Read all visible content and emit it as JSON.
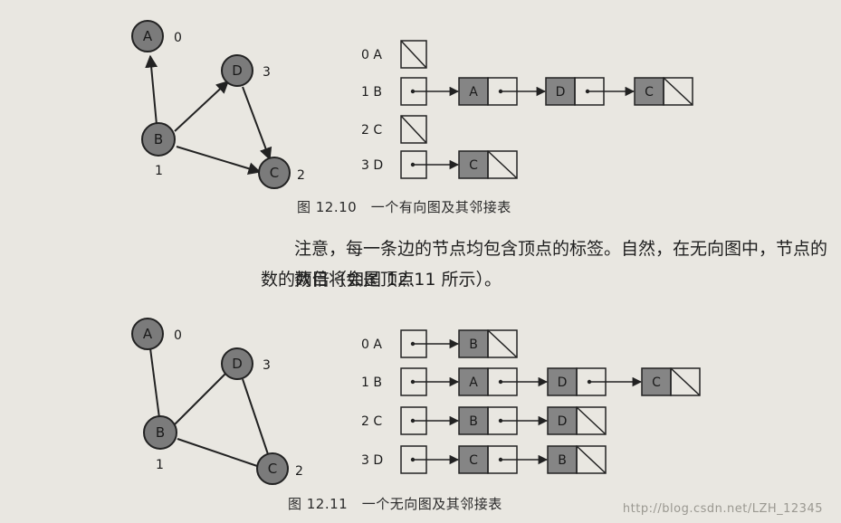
{
  "figure1": {
    "caption": "图 12.10　一个有向图及其邻接表",
    "nodes": [
      {
        "label": "A",
        "index": "0"
      },
      {
        "label": "D",
        "index": "3"
      },
      {
        "label": "B",
        "index": "1"
      },
      {
        "label": "C",
        "index": "2"
      }
    ],
    "adjacency": [
      {
        "row": "0 A",
        "list": []
      },
      {
        "row": "1 B",
        "list": [
          "A",
          "D",
          "C"
        ]
      },
      {
        "row": "2 C",
        "list": []
      },
      {
        "row": "3 D",
        "list": [
          "C"
        ]
      }
    ]
  },
  "paragraph": {
    "line1": "注意，每一条边的节点均包含顶点的标签。自然，在无向图中，节点的数目将会是顶点",
    "line2": "数的两倍（如图 12.11 所示）。"
  },
  "figure2": {
    "caption": "图 12.11　一个无向图及其邻接表",
    "nodes": [
      {
        "label": "A",
        "index": "0"
      },
      {
        "label": "D",
        "index": "3"
      },
      {
        "label": "B",
        "index": "1"
      },
      {
        "label": "C",
        "index": "2"
      }
    ],
    "adjacency": [
      {
        "row": "0 A",
        "list": [
          "B"
        ]
      },
      {
        "row": "1 B",
        "list": [
          "A",
          "D",
          "C"
        ]
      },
      {
        "row": "2 C",
        "list": [
          "B",
          "D"
        ]
      },
      {
        "row": "3 D",
        "list": [
          "C",
          "B"
        ]
      }
    ]
  },
  "watermark": "http://blog.csdn.net/LZH_12345",
  "colors": {
    "node_fill": "#7b7b7b",
    "cell_fill": "#858585",
    "line": "#222222",
    "paper": "#e9e7e1"
  }
}
